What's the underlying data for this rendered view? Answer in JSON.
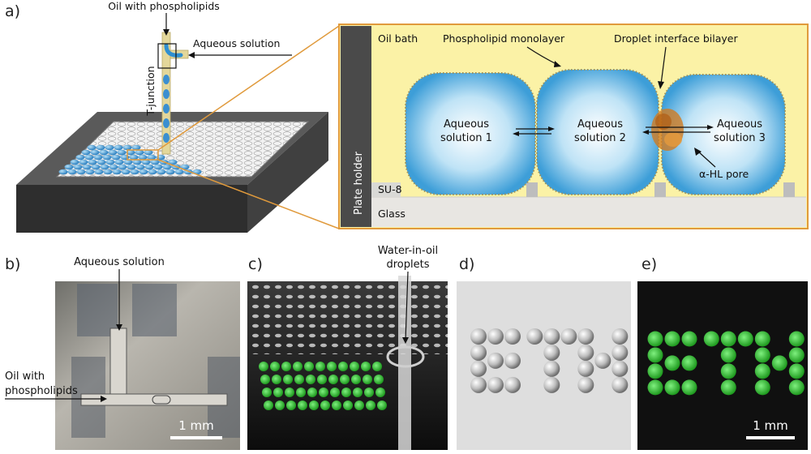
{
  "panels": {
    "a": {
      "letter": "a)",
      "label_oil_with_phospholipids": "Oil with phospholipids",
      "label_aqueous_solution": "Aqueous solution",
      "label_t_junction": "T-junction",
      "label_oil_bath": "Oil bath",
      "label_phospholipid_monolayer": "Phospholipid monolayer",
      "label_droplet_interface_bilayer": "Droplet interface bilayer",
      "label_aqueous_solution_word": "Aqueous",
      "label_solution_1": "solution 1",
      "label_solution_2": "solution 2",
      "label_solution_3": "solution 3",
      "label_alpha_hl_pore": "α-HL pore",
      "label_su8": "SU-8",
      "label_glass": "Glass",
      "label_plate_holder": "Plate holder"
    },
    "b": {
      "letter": "b)",
      "label_aqueous_solution": "Aqueous solution",
      "label_oil_with": "Oil with",
      "label_phospholipids": "phospholipids",
      "scale_bar": "1 mm"
    },
    "c": {
      "letter": "c)",
      "label_water_in_oil": "Water-in-oil",
      "label_droplets": "droplets"
    },
    "d": {
      "letter": "d)"
    },
    "e": {
      "letter": "e)",
      "scale_bar": "1 mm"
    }
  },
  "colors": {
    "oil_bath": "#fbf2a6",
    "frame_orange": "#e09a3c",
    "droplet_blue": "#4aa8dc",
    "pore_orange": "#d07a20",
    "plate_holder": "#4a4a4a",
    "glass": "#e8e6e2",
    "led_green": "#3ec83e"
  }
}
